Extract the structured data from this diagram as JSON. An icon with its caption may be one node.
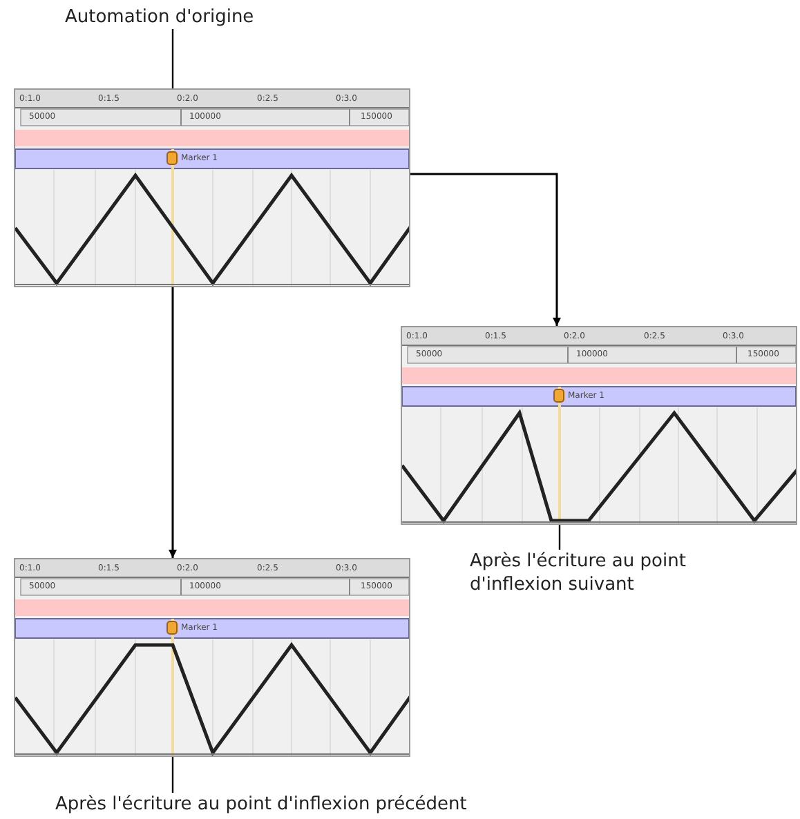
{
  "diagram": {
    "nodes": [
      {
        "text": [
          "Automation d'origine"
        ]
      },
      {
        "text": [],
        "shape": "picture"
      },
      {
        "text": [],
        "shape": "picture"
      },
      {
        "text": [
          "Après l'écriture au point d'inflexion suivant"
        ]
      },
      {
        "text": [],
        "shape": "picture"
      },
      {
        "text": [
          "Après l'écriture au point d'inflexion précédent"
        ]
      }
    ],
    "edges": [
      {
        "from": 0,
        "to": 1,
        "arrow": "none"
      },
      {
        "from": 1,
        "to": 2,
        "arrow": "to"
      },
      {
        "from": 1,
        "to": 4,
        "arrow": "to"
      },
      {
        "from": 3,
        "to": 2,
        "arrow": "none"
      },
      {
        "from": 5,
        "to": 4,
        "arrow": "none"
      }
    ],
    "labels": [
      "0:1.0",
      "0:1.5",
      "0:2.0",
      "0:2.5",
      "0:3.0",
      "50000",
      "100000",
      "150000",
      "Marker 1",
      "0:1.0",
      "0:1.5",
      "0:2.0",
      "0:2.5",
      "0:3.0",
      "50000",
      "100000",
      "150000",
      "Marker 1",
      "0:1.0",
      "0:1.5",
      "0:2.0",
      "0:2.5",
      "0:3.0",
      "50000",
      "100000",
      "150000",
      "Marker 1"
    ]
  }
}
